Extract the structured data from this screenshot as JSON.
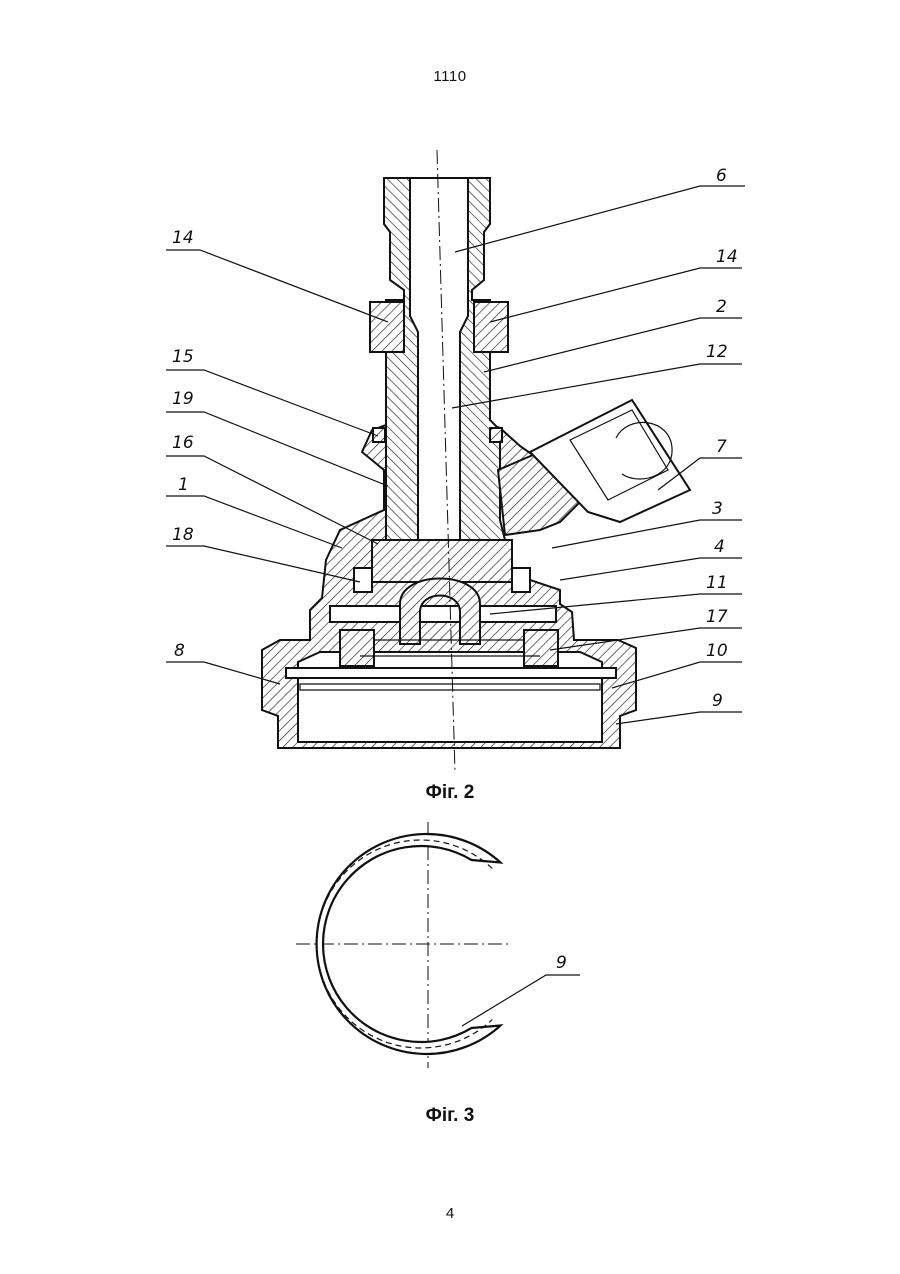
{
  "header": {
    "sheet_number": "1110"
  },
  "figure2": {
    "caption": "Фіг. 2",
    "callouts": {
      "c6": "6",
      "c14a": "14",
      "c14b": "14",
      "c2": "2",
      "c12": "12",
      "c15": "15",
      "c19": "19",
      "c16": "16",
      "c7": "7",
      "c1": "1",
      "c3": "3",
      "c18": "18",
      "c4": "4",
      "c11": "11",
      "c17": "17",
      "c8": "8",
      "c10": "10",
      "c9": "9"
    }
  },
  "figure3": {
    "caption": "Фіг. 3",
    "callouts": {
      "c9": "9"
    }
  },
  "footer": {
    "page_number": "4"
  }
}
